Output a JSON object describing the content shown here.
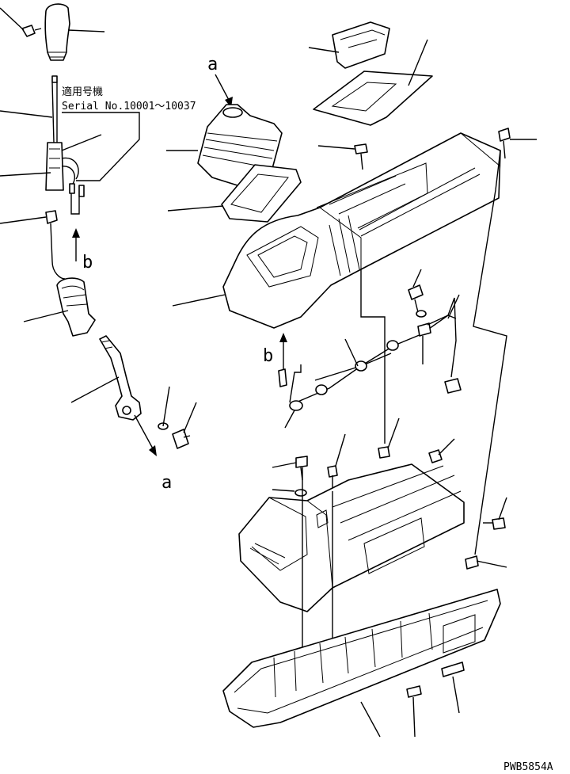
{
  "note": {
    "line1": "適用号機",
    "line2": "Serial No.10001～10037"
  },
  "callouts": {
    "a_top": "a",
    "a_bottom": "a",
    "b_left": "b",
    "b_right": "b"
  },
  "drawing_number": "PWB5854A"
}
